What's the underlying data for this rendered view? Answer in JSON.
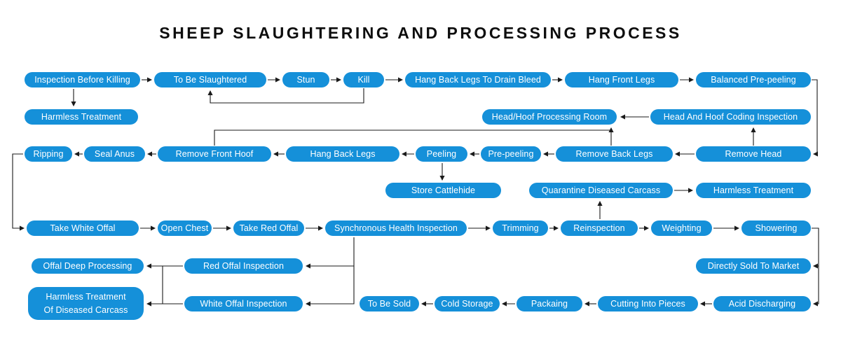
{
  "title": "SHEEP SLAUGHTERING AND PROCESSING PROCESS",
  "colors": {
    "node_fill": "#1590D9",
    "node_text": "#FFFFFF",
    "connector": "#1A1A1A",
    "background": "#FFFFFF"
  },
  "nodes": {
    "inspection_before_killing": "Inspection Before Killing",
    "to_be_slaughtered": "To Be Slaughtered",
    "stun": "Stun",
    "kill": "Kill",
    "hang_back_legs_to_drain_bleed": "Hang Back Legs To Drain Bleed",
    "hang_front_legs": "Hang Front Legs",
    "balanced_pre_peeling": "Balanced Pre-peeling",
    "harmless_treatment_1": "Harmless Treatment",
    "head_hoof_processing_room": "Head/Hoof Processing Room",
    "head_and_hoof_coding_inspection": "Head And Hoof Coding Inspection",
    "ripping": "Ripping",
    "seal_anus": "Seal Anus",
    "remove_front_hoof": "Remove Front Hoof",
    "hang_back_legs": "Hang Back Legs",
    "peeling": "Peeling",
    "pre_peeling": "Pre-peeling",
    "remove_back_legs": "Remove Back Legs",
    "remove_head": "Remove Head",
    "store_cattlehide": "Store Cattlehide",
    "quarantine_diseased_carcass": "Quarantine Diseased Carcass",
    "harmless_treatment_2": "Harmless Treatment",
    "take_white_offal": "Take White Offal",
    "open_chest": "Open Chest",
    "take_red_offal": "Take Red Offal",
    "synchronous_health_inspection": "Synchronous Health Inspection",
    "trimming": "Trimming",
    "reinspection": "Reinspection",
    "weighting": "Weighting",
    "showering": "Showering",
    "offal_deep_processing": "Offal Deep Processing",
    "red_offal_inspection": "Red Offal Inspection",
    "directly_sold_to_market": "Directly Sold To Market",
    "harmless_treatment_of_diseased_carcass": "Harmless Treatment Of Diseased Carcass",
    "white_offal_inspection": "White Offal Inspection",
    "to_be_sold": "To Be Sold",
    "cold_storage": "Cold Storage",
    "packaing": "Packaing",
    "cutting_into_pieces": "Cutting Into Pieces",
    "acid_discharging": "Acid Discharging"
  },
  "edges": [
    {
      "from": "inspection_before_killing",
      "to": "to_be_slaughtered"
    },
    {
      "from": "inspection_before_killing",
      "to": "harmless_treatment_1"
    },
    {
      "from": "to_be_slaughtered",
      "to": "stun"
    },
    {
      "from": "stun",
      "to": "kill"
    },
    {
      "from": "kill",
      "to": "to_be_slaughtered"
    },
    {
      "from": "kill",
      "to": "hang_back_legs_to_drain_bleed"
    },
    {
      "from": "hang_back_legs_to_drain_bleed",
      "to": "hang_front_legs"
    },
    {
      "from": "hang_front_legs",
      "to": "balanced_pre_peeling"
    },
    {
      "from": "balanced_pre_peeling",
      "to": "remove_head"
    },
    {
      "from": "remove_head",
      "to": "head_and_hoof_coding_inspection"
    },
    {
      "from": "head_and_hoof_coding_inspection",
      "to": "head_hoof_processing_room"
    },
    {
      "from": "remove_head",
      "to": "remove_back_legs"
    },
    {
      "from": "remove_back_legs",
      "to": "head_hoof_processing_room"
    },
    {
      "from": "remove_front_hoof",
      "to": "head_hoof_processing_room"
    },
    {
      "from": "remove_back_legs",
      "to": "pre_peeling"
    },
    {
      "from": "pre_peeling",
      "to": "peeling"
    },
    {
      "from": "peeling",
      "to": "store_cattlehide"
    },
    {
      "from": "peeling",
      "to": "hang_back_legs"
    },
    {
      "from": "hang_back_legs",
      "to": "remove_front_hoof"
    },
    {
      "from": "remove_front_hoof",
      "to": "seal_anus"
    },
    {
      "from": "seal_anus",
      "to": "ripping"
    },
    {
      "from": "ripping",
      "to": "take_white_offal"
    },
    {
      "from": "take_white_offal",
      "to": "open_chest"
    },
    {
      "from": "open_chest",
      "to": "take_red_offal"
    },
    {
      "from": "take_red_offal",
      "to": "synchronous_health_inspection"
    },
    {
      "from": "synchronous_health_inspection",
      "to": "trimming"
    },
    {
      "from": "synchronous_health_inspection",
      "to": "red_offal_inspection"
    },
    {
      "from": "synchronous_health_inspection",
      "to": "white_offal_inspection"
    },
    {
      "from": "red_offal_inspection",
      "to": "offal_deep_processing"
    },
    {
      "from": "red_offal_inspection",
      "to": "harmless_treatment_of_diseased_carcass"
    },
    {
      "from": "white_offal_inspection",
      "to": "offal_deep_processing"
    },
    {
      "from": "white_offal_inspection",
      "to": "harmless_treatment_of_diseased_carcass"
    },
    {
      "from": "trimming",
      "to": "reinspection"
    },
    {
      "from": "reinspection",
      "to": "quarantine_diseased_carcass"
    },
    {
      "from": "quarantine_diseased_carcass",
      "to": "harmless_treatment_2"
    },
    {
      "from": "reinspection",
      "to": "weighting"
    },
    {
      "from": "weighting",
      "to": "showering"
    },
    {
      "from": "showering",
      "to": "directly_sold_to_market"
    },
    {
      "from": "showering",
      "to": "acid_discharging"
    },
    {
      "from": "acid_discharging",
      "to": "cutting_into_pieces"
    },
    {
      "from": "cutting_into_pieces",
      "to": "packaing"
    },
    {
      "from": "packaing",
      "to": "cold_storage"
    },
    {
      "from": "cold_storage",
      "to": "to_be_sold"
    }
  ]
}
